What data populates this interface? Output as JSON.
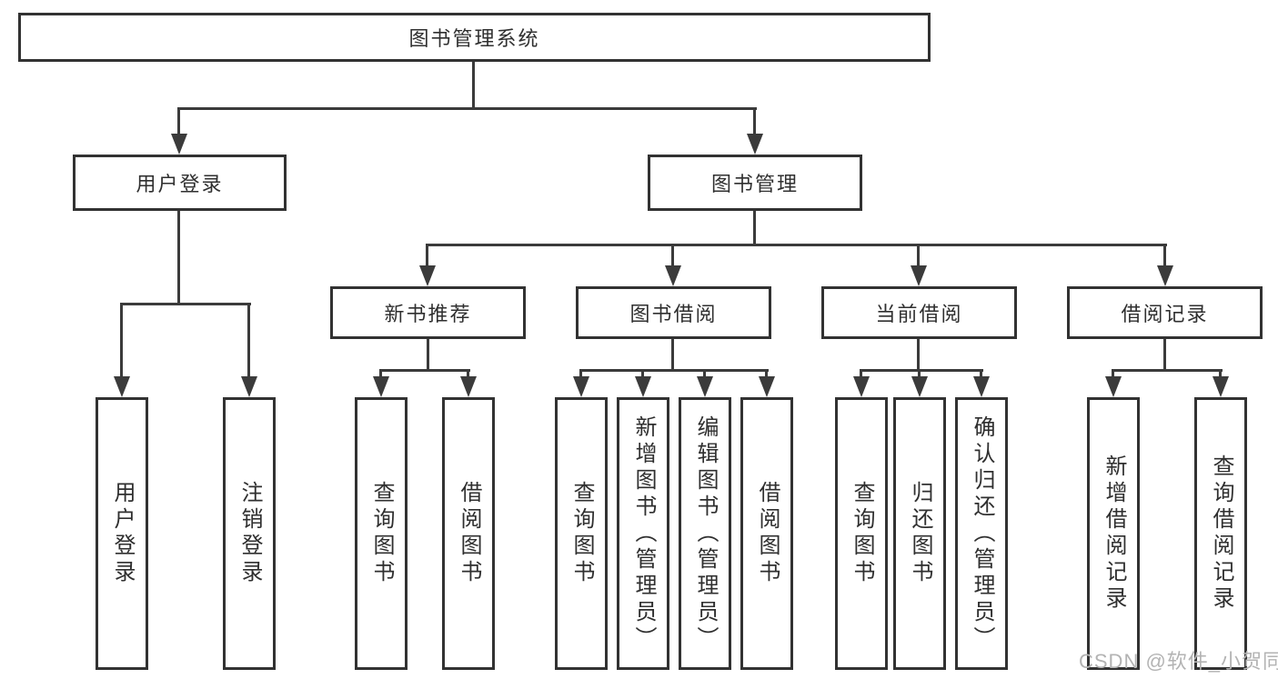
{
  "diagram": {
    "root": "图书管理系统",
    "level2": [
      "用户登录",
      "图书管理"
    ],
    "level3": [
      "新书推荐",
      "图书借阅",
      "当前借阅",
      "借阅记录"
    ],
    "leaves": {
      "login": [
        "用户登录",
        "注销登录"
      ],
      "recommend": [
        "查询图书",
        "借阅图书"
      ],
      "borrow": [
        "查询图书",
        "新增图书（管理员）",
        "编辑图书（管理员）",
        "借阅图书"
      ],
      "current": [
        "查询图书",
        "归还图书",
        "确认归还（管理员）"
      ],
      "records": [
        "新增借阅记录",
        "查询借阅记录"
      ]
    }
  },
  "watermark": "CSDN @软件_小贺同学",
  "colors": {
    "background": "#ffffff",
    "box_border": "#323232",
    "line": "#3b3b3b",
    "text": "#2f2f2f",
    "watermark": "#b3b3b3"
  }
}
